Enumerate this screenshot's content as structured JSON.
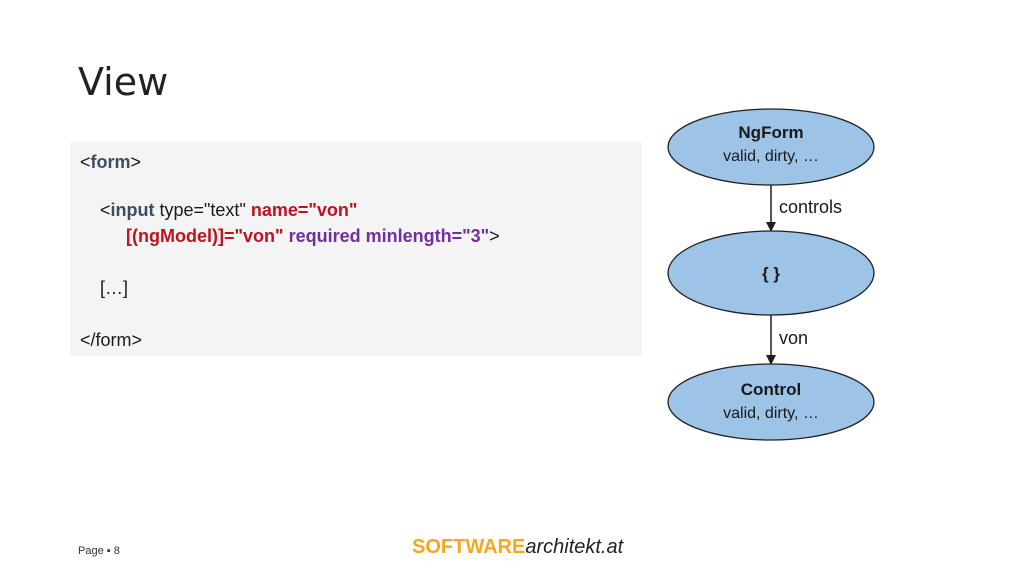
{
  "title": "View",
  "code": {
    "line1": {
      "open": "<",
      "tag": "form",
      "close": ">"
    },
    "line2": {
      "open": "<",
      "tag": "input",
      "plain": " type=\"text\" ",
      "red": "name=\"von\""
    },
    "line3": {
      "red": "[(ngModel)]=\"von\"",
      "space": " ",
      "purple": "required minlength=\"3\"",
      "close": ">"
    },
    "line4": "[…]",
    "line5": "</form>"
  },
  "diagram": {
    "nodes": [
      {
        "title": "NgForm",
        "subtitle": "valid, dirty, …"
      },
      {
        "title": "{ }",
        "subtitle": ""
      },
      {
        "title": "Control",
        "subtitle": "valid, dirty, …"
      }
    ],
    "edges": [
      {
        "label": "controls"
      },
      {
        "label": "von"
      }
    ],
    "colors": {
      "node_fill": "#9dc3e6",
      "node_stroke": "#1f1f1f",
      "edge": "#1f1f1f"
    }
  },
  "footer": {
    "page": "Page ▪ 8",
    "logo_bold": "SOFTWARE",
    "logo_italic": "architekt.at"
  }
}
